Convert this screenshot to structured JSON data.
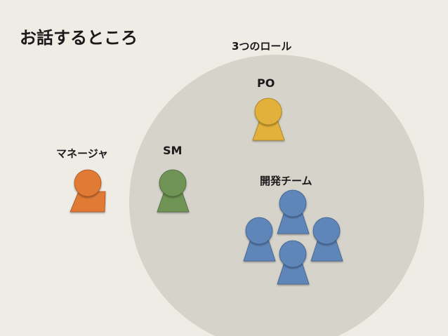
{
  "slide": {
    "title": "お話するところ",
    "circle_label": "3つのロール",
    "roles": {
      "po": {
        "label": "PO",
        "color": "#e2b13a"
      },
      "sm": {
        "label": "SM",
        "color": "#6f9455"
      },
      "manager": {
        "label": "マネージャ",
        "color": "#e07a34"
      },
      "dev_team": {
        "label": "開発チーム",
        "color": "#5f86b8"
      }
    },
    "circle_color": "#d6d3cb",
    "background_color": "#efece6"
  }
}
